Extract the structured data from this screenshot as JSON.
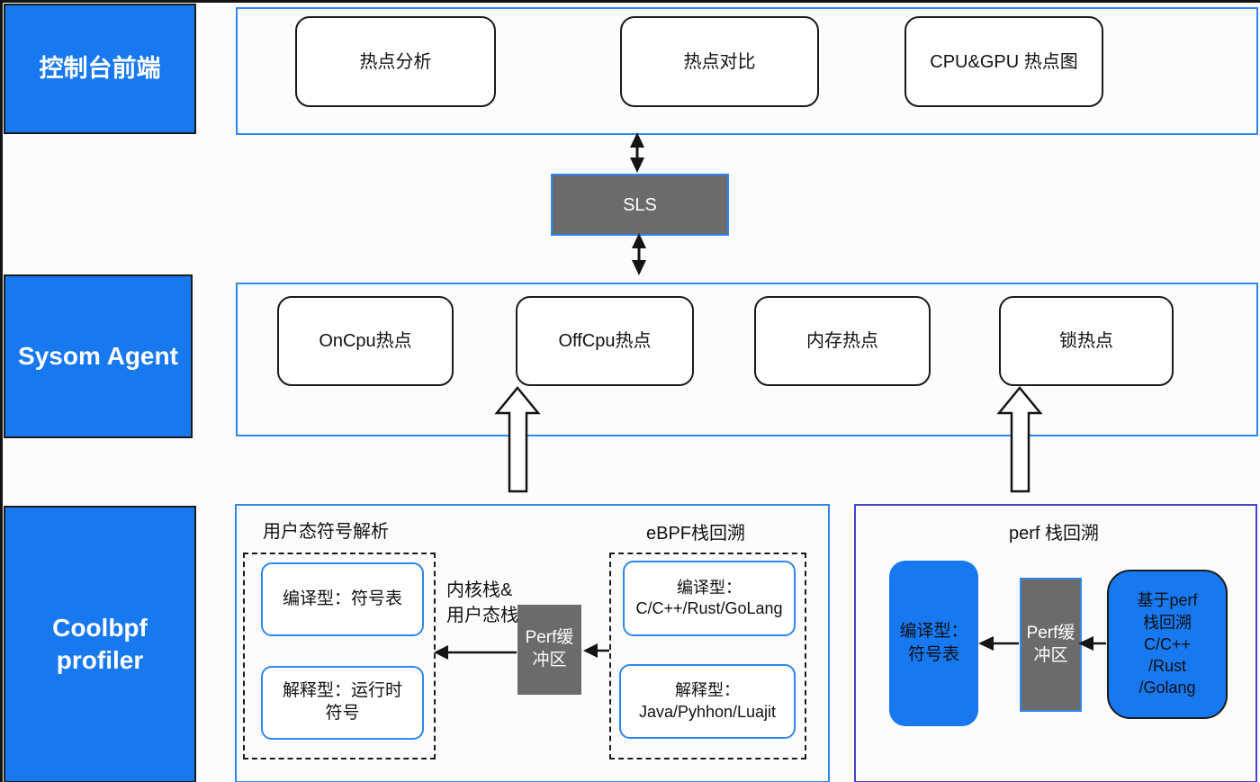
{
  "side_labels": {
    "frontend": "控制台前端",
    "agent": "Sysom Agent",
    "coolbpf": "Coolbpf\nprofiler"
  },
  "frontend_row": {
    "items": [
      "热点分析",
      "热点对比",
      "CPU&GPU 热点图"
    ]
  },
  "sls": {
    "label": "SLS"
  },
  "agent_row": {
    "items": [
      "OnCpu热点",
      "OffCpu热点",
      "内存热点",
      "锁热点"
    ]
  },
  "coolbpf_section": {
    "user_symbol": {
      "title": "用户态符号解析",
      "compiled": "编译型：符号表",
      "interpreted": "解释型：运行时\n符号"
    },
    "stack_label": "内核栈&\n用户态栈",
    "perf_buffer": "Perf缓\n冲区",
    "ebpf": {
      "title": "eBPF栈回溯",
      "compiled": "编译型：\nC/C++/Rust/GoLang",
      "interpreted": "解释型：\nJava/Pyhhon/Luajit"
    }
  },
  "perf_section": {
    "title": "perf 栈回溯",
    "symbol_table": "编译型：\n符号表",
    "perf_buffer": "Perf缓\n冲区",
    "stack_unwind": "基于perf\n栈回溯\nC/C++\n/Rust\n/Golang"
  },
  "colors": {
    "node_blue": "#1778f0",
    "container_blue": "#2e86f0",
    "container_purple": "#4343d0",
    "gray": "#6b6b6b"
  }
}
